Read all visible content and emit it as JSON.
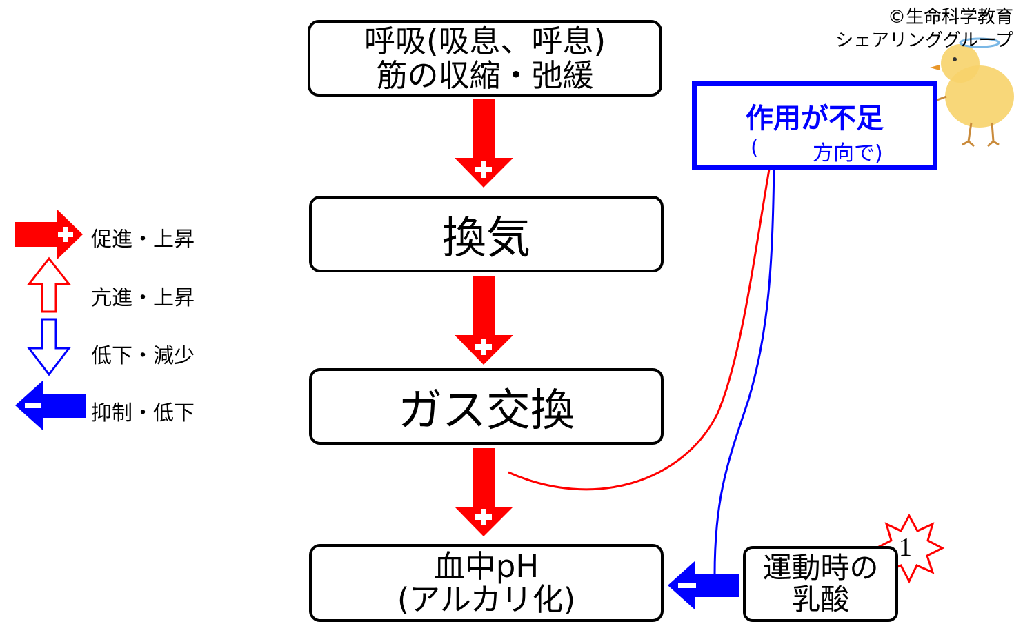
{
  "copyright": {
    "line1": "©生命科学教育",
    "line2": "シェアリンググループ"
  },
  "boxes": {
    "respiration": {
      "line1": "呼吸(吸息、呼息)",
      "line2": "筋の収縮・弛緩"
    },
    "ventilation": {
      "text": "換気"
    },
    "gas_exchange": {
      "text": "ガス交換"
    },
    "blood_ph": {
      "line1": "血中pH",
      "line2": "(アルカリ化)"
    },
    "lactic_acid": {
      "line1": "運動時の",
      "line2": "乳酸"
    }
  },
  "effect_box": {
    "title": "作用が不足",
    "paren_open": "(",
    "direction": "方向で)"
  },
  "badge": {
    "number": "1"
  },
  "legend": [
    {
      "label": "促進・上昇",
      "icon": "red-plus-arrow-icon"
    },
    {
      "label": "亢進・上昇",
      "icon": "red-outline-up-arrow-icon"
    },
    {
      "label": "低下・減少",
      "icon": "blue-outline-down-arrow-icon"
    },
    {
      "label": "抑制・低下",
      "icon": "blue-minus-arrow-icon"
    }
  ],
  "colors": {
    "promote": "#ff0000",
    "inhibit": "#0000ff",
    "border": "#000000"
  }
}
